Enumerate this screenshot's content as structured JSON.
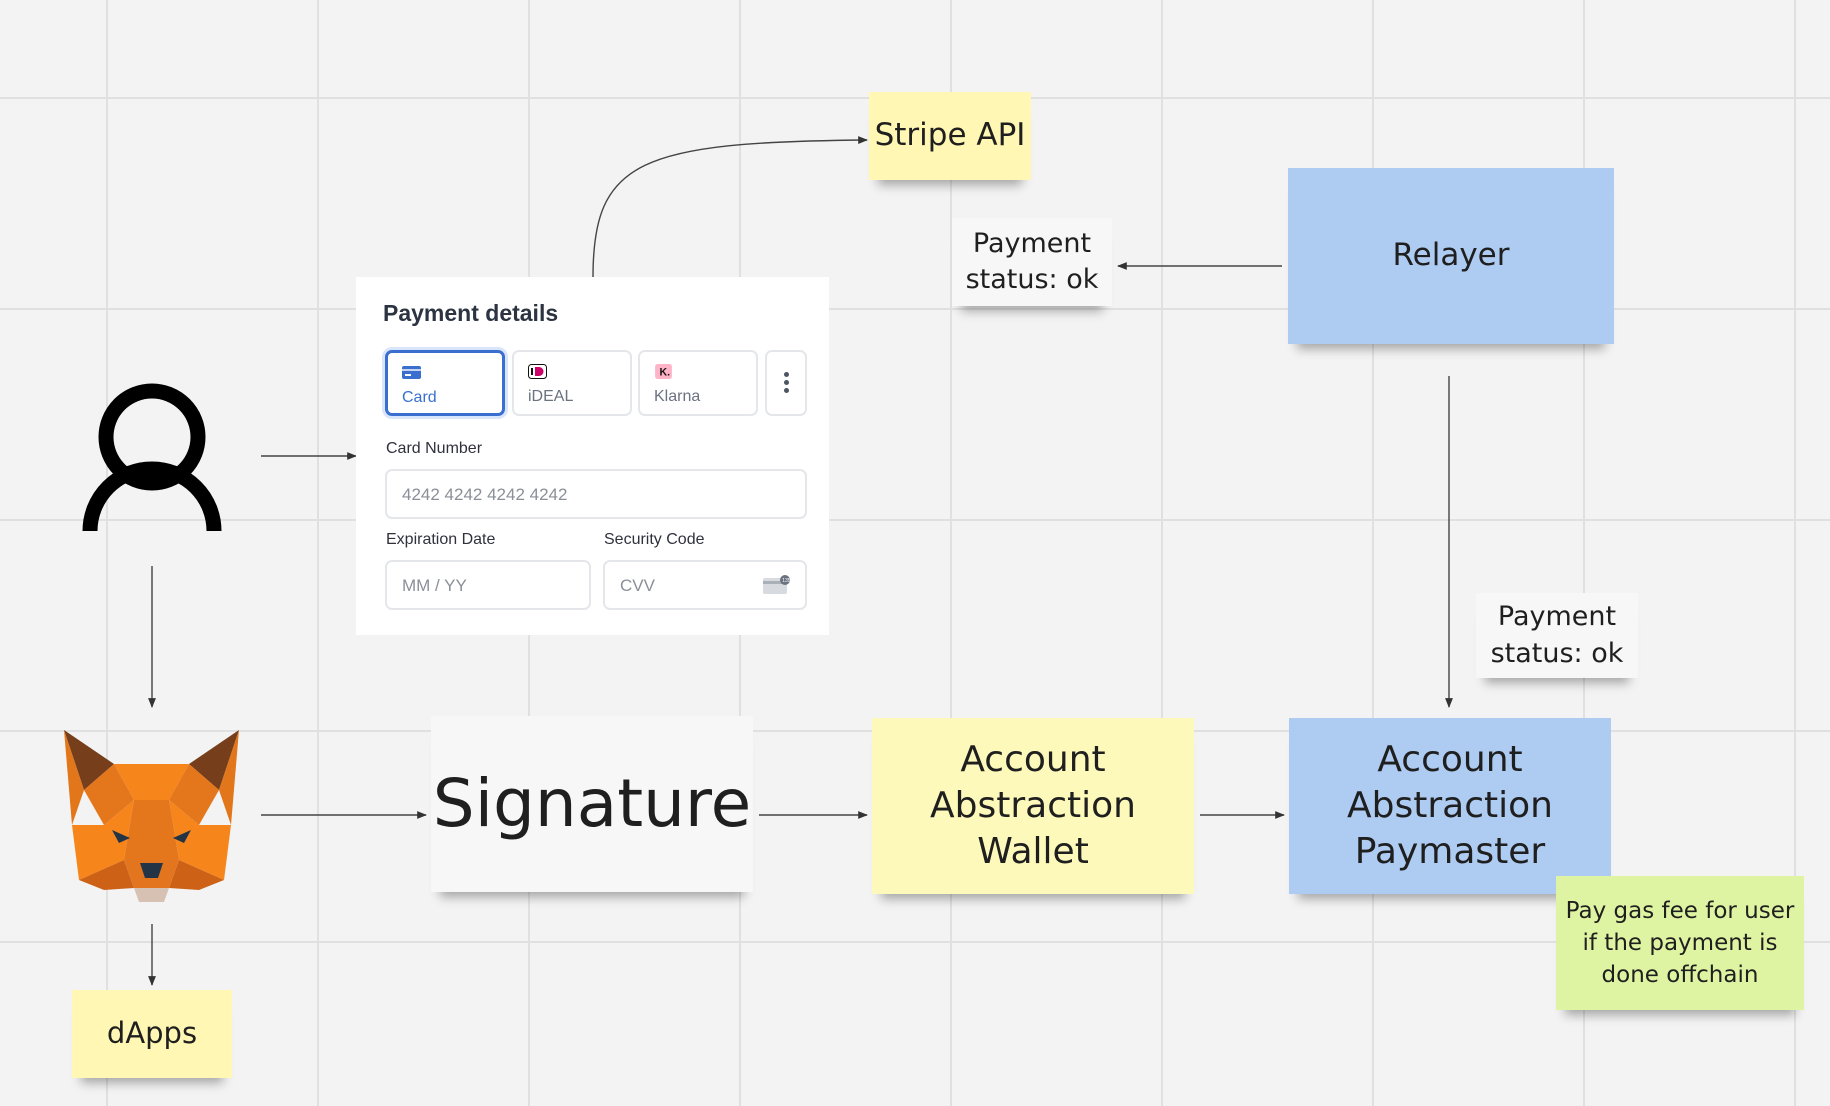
{
  "nodes": {
    "stripe_api": "Stripe API",
    "relayer": "Relayer",
    "payment_status_top": "Payment status: ok",
    "payment_status_right": "Payment status: ok",
    "signature": "Signature",
    "aa_wallet": "Account Abstraction Wallet",
    "aa_paymaster": "Account Abstraction Paymaster",
    "gas_note": "Pay gas fee for user if the payment is done offchain",
    "dapps": "dApps"
  },
  "payment_form": {
    "title": "Payment details",
    "tabs": [
      {
        "label": "Card",
        "icon": "card-icon"
      },
      {
        "label": "iDEAL",
        "icon": "ideal-icon"
      },
      {
        "label": "Klarna",
        "icon": "klarna-icon"
      }
    ],
    "more_icon": "more-vertical-icon",
    "card_number_label": "Card Number",
    "card_number_placeholder": "4242 4242 4242 4242",
    "expiration_label": "Expiration Date",
    "expiration_placeholder": "MM / YY",
    "security_label": "Security Code",
    "security_placeholder": "CVV"
  },
  "icons": {
    "user": "user-icon",
    "wallet": "metamask-fox-icon"
  },
  "colors": {
    "sticky_yellow": "#fff7b3",
    "sticky_blue": "#aecbf2",
    "sticky_green": "#dff4a2",
    "sticky_white": "#f7f7f8",
    "card_accent": "#3a6fd0"
  }
}
